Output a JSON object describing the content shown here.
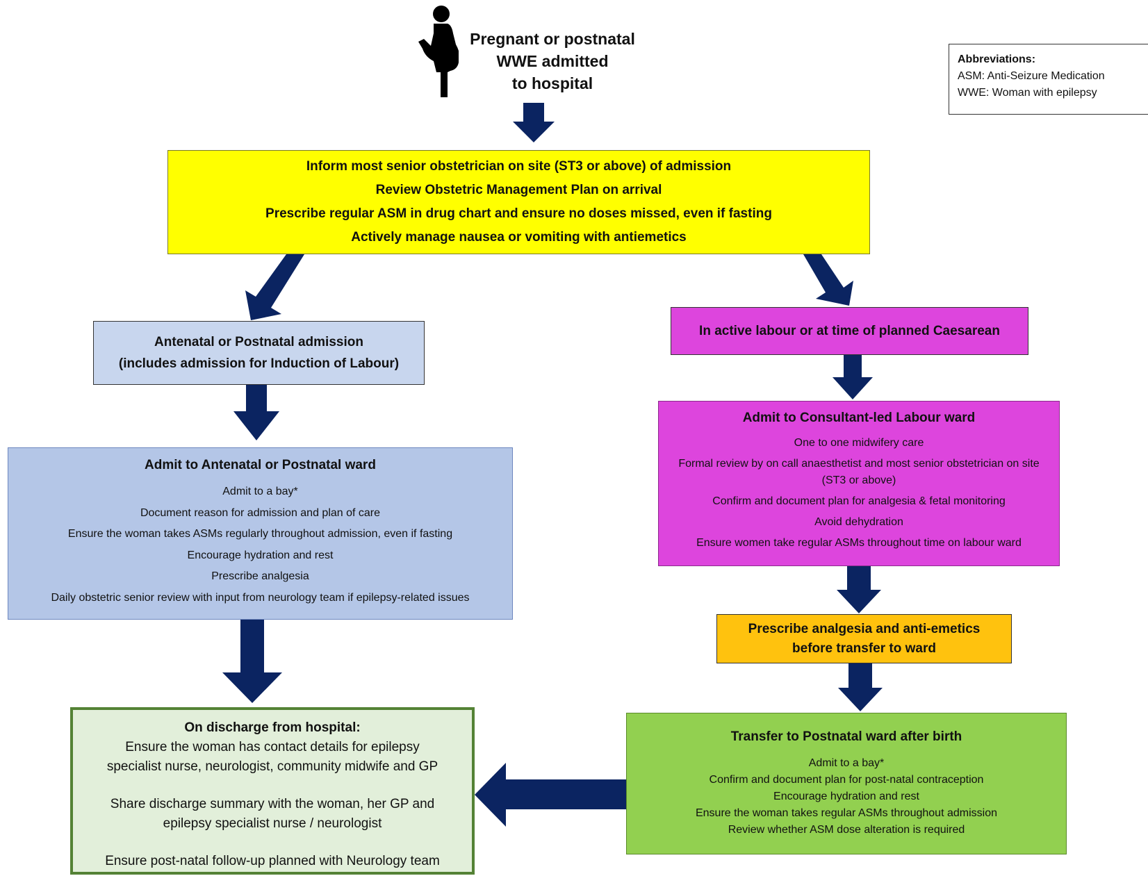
{
  "header": {
    "title_lines": [
      "Pregnant or postnatal",
      "WWE admitted",
      "to hospital"
    ],
    "icon": "pregnant-woman-icon"
  },
  "abbreviations": {
    "title": "Abbreviations:",
    "items": [
      "ASM: Anti-Seizure Medication",
      "WWE: Woman with epilepsy"
    ]
  },
  "senior_box": {
    "lines": [
      "Inform most senior obstetrician on site (ST3 or above) of admission",
      "Review Obstetric Management Plan on arrival",
      "Prescribe regular ASM in drug chart and ensure no doses missed, even if fasting",
      "Actively manage nausea or vomiting with antiemetics"
    ],
    "color": "#ffff00"
  },
  "antenatal_box": {
    "lines": [
      "Antenatal or Postnatal admission",
      "(includes admission for Induction of Labour)"
    ],
    "color": "#c8d6ee"
  },
  "antenatal_ward_box": {
    "title": "Admit to Antenatal or Postnatal ward",
    "lines": [
      "Admit to a bay*",
      "Document reason for admission and plan of care",
      "Ensure the woman takes ASMs regularly throughout admission, even if fasting",
      "Encourage hydration and rest",
      "Prescribe analgesia",
      "Daily obstetric senior review with input from neurology team if epilepsy-related issues"
    ],
    "color": "#b4c6e7"
  },
  "labour_box": {
    "title": "In active labour or at time of planned Caesarean",
    "color": "#dd45dd"
  },
  "labour_ward_box": {
    "title": "Admit to Consultant-led Labour ward",
    "lines": [
      "One to one midwifery care",
      "Formal review by on call anaesthetist and most senior obstetrician on site (ST3 or above)",
      "Confirm and document plan for analgesia & fetal monitoring",
      "Avoid dehydration",
      "Ensure women take regular ASMs throughout time on labour ward"
    ],
    "color": "#dd45dd"
  },
  "analgesia_box": {
    "lines": [
      "Prescribe analgesia and anti-emetics",
      "before transfer to ward"
    ],
    "color": "#ffc20e"
  },
  "transfer_box": {
    "title": "Transfer to Postnatal ward after birth",
    "lines": [
      "Admit to a bay*",
      "Confirm and document plan for post-natal contraception",
      "Encourage hydration and rest",
      "Ensure the woman takes regular ASMs throughout admission",
      "Review whether ASM dose alteration is required"
    ],
    "color": "#92d050"
  },
  "discharge_box": {
    "title": "On discharge from hospital:",
    "para1": [
      "Ensure the woman has contact details for epilepsy",
      "specialist nurse, neurologist, community midwife and GP"
    ],
    "para2": [
      "Share discharge summary with the woman, her GP and",
      "epilepsy specialist nurse / neurologist"
    ],
    "para3": [
      "Ensure post-natal follow-up planned with Neurology team"
    ],
    "color": "#e2efda"
  },
  "arrow_color": "#0b2461"
}
